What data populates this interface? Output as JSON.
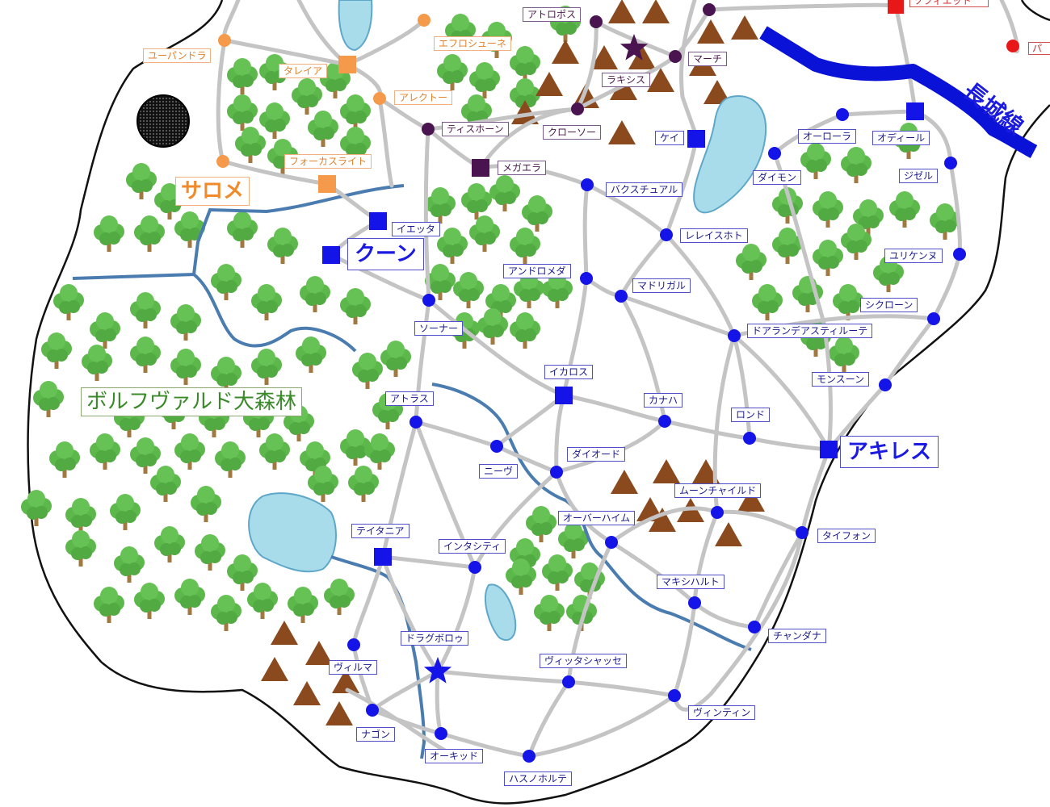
{
  "map": {
    "region_names": {
      "forest": "ボルフヴァルド大森林",
      "wall": "長城線"
    },
    "colors": {
      "road": "#c4c4c4",
      "river": "#4a7cb0",
      "border": "#111111",
      "tree_leaf": "#5cb84a",
      "tree_trunk": "#a07840",
      "mountain": "#8a4a1e",
      "lake_fill": "#a8dcea",
      "wall": "#0a12d8",
      "city_blue": "#1414e8",
      "city_purple": "#4a1450",
      "city_orange": "#f49a4a",
      "city_red": "#e81818"
    },
    "cities_large": [
      {
        "id": "salome",
        "name": "サロメ",
        "color": "orange"
      },
      {
        "id": "kuun",
        "name": "クーン",
        "color": "blue"
      },
      {
        "id": "achilles",
        "name": "アキレス",
        "color": "blue"
      }
    ],
    "labels_orange": [
      {
        "id": "yuupandora",
        "name": "ユーパンドラ"
      },
      {
        "id": "taleia",
        "name": "タレイア"
      },
      {
        "id": "efroshuune",
        "name": "エフロシューネ"
      },
      {
        "id": "arekuto",
        "name": "アレクトー"
      },
      {
        "id": "fokasuraito",
        "name": "フォーカスライト"
      }
    ],
    "labels_purple": [
      {
        "id": "atoropos",
        "name": "アトロポス"
      },
      {
        "id": "raxis",
        "name": "ラキシス"
      },
      {
        "id": "maachi",
        "name": "マーチ"
      },
      {
        "id": "tisiphone",
        "name": "ティスホーン"
      },
      {
        "id": "kuroosoo",
        "name": "クローソー"
      },
      {
        "id": "megaera",
        "name": "メガエラ"
      }
    ],
    "labels_blue": [
      {
        "id": "kei",
        "name": "ケイ"
      },
      {
        "id": "aurora",
        "name": "オーローラ"
      },
      {
        "id": "odiiru",
        "name": "オディール"
      },
      {
        "id": "daimon",
        "name": "ダイモン"
      },
      {
        "id": "jizeru",
        "name": "ジゼル"
      },
      {
        "id": "bakusu",
        "name": "バクスチュアル"
      },
      {
        "id": "rereisu",
        "name": "レレイスホト"
      },
      {
        "id": "yuriken",
        "name": "ユリケンヌ"
      },
      {
        "id": "ietta",
        "name": "イエッタ"
      },
      {
        "id": "andromeda",
        "name": "アンドロメダ"
      },
      {
        "id": "madrigal",
        "name": "マドリガル"
      },
      {
        "id": "shikuroon",
        "name": "シクローン"
      },
      {
        "id": "sonar",
        "name": "ソーナー"
      },
      {
        "id": "doaran",
        "name": "ドアランデアスティルーテ"
      },
      {
        "id": "ikarosu",
        "name": "イカロス"
      },
      {
        "id": "monsuun",
        "name": "モンスーン"
      },
      {
        "id": "atorasu",
        "name": "アトラス"
      },
      {
        "id": "kanaha",
        "name": "カナハ"
      },
      {
        "id": "rondo",
        "name": "ロンド"
      },
      {
        "id": "daioodo",
        "name": "ダイオード"
      },
      {
        "id": "niivu",
        "name": "ニーヴ"
      },
      {
        "id": "muun",
        "name": "ムーンチャイルド"
      },
      {
        "id": "oobaa",
        "name": "オーバーハイム"
      },
      {
        "id": "titania",
        "name": "テイタニア"
      },
      {
        "id": "intasiti",
        "name": "インタシティ"
      },
      {
        "id": "taifon",
        "name": "タイフォン"
      },
      {
        "id": "makishi",
        "name": "マキシハルト"
      },
      {
        "id": "chandana",
        "name": "チャンダナ"
      },
      {
        "id": "doragu",
        "name": "ドラグボロゥ"
      },
      {
        "id": "viruma",
        "name": "ヴィルマ"
      },
      {
        "id": "vitta",
        "name": "ヴィッタシャッセ"
      },
      {
        "id": "vintin",
        "name": "ヴィンティン"
      },
      {
        "id": "nagon",
        "name": "ナゴン"
      },
      {
        "id": "ookiddo",
        "name": "オーキッド"
      },
      {
        "id": "hasuno",
        "name": "ハスノホルテ"
      }
    ],
    "labels_cut": [
      {
        "id": "cut1",
        "name": "ソフィエット"
      },
      {
        "id": "cut2",
        "name": "パ"
      }
    ]
  }
}
